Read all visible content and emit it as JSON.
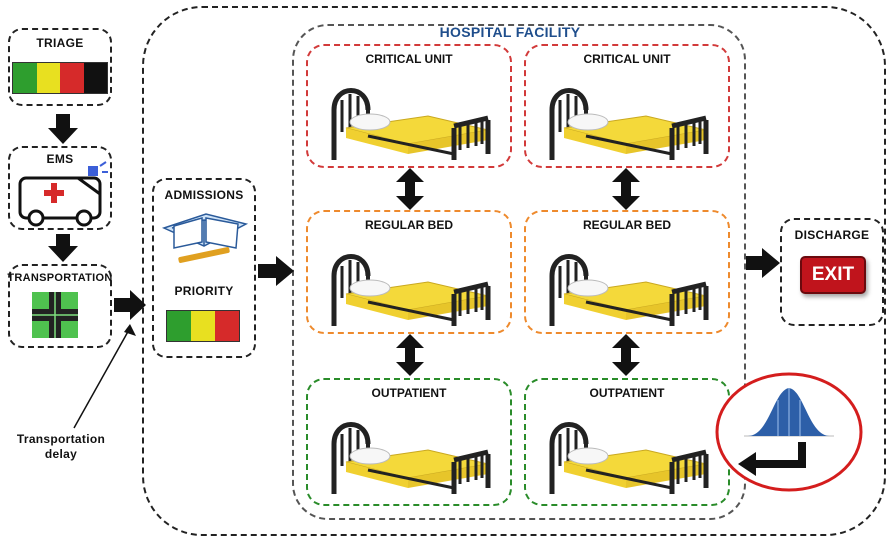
{
  "triage": {
    "label": "TRIAGE",
    "colors": [
      "#2e9e2e",
      "#e8e020",
      "#d62a2a",
      "#111111"
    ]
  },
  "ems": {
    "label": "EMS"
  },
  "transportation": {
    "label": "TRANSPORTATION"
  },
  "transport_delay": {
    "line1": "Transportation",
    "line2": "delay"
  },
  "admissions": {
    "label": "ADMISSIONS"
  },
  "priority": {
    "label": "PRIORITY",
    "colors": [
      "#2e9e2e",
      "#e8e020",
      "#d62a2a"
    ]
  },
  "facility": {
    "title": "HOSPITAL FACILITY",
    "units": [
      {
        "label": "CRITICAL UNIT",
        "kind": "red"
      },
      {
        "label": "CRITICAL UNIT",
        "kind": "red"
      },
      {
        "label": "REGULAR BED",
        "kind": "orange"
      },
      {
        "label": "REGULAR BED",
        "kind": "orange"
      },
      {
        "label": "OUTPATIENT",
        "kind": "green"
      },
      {
        "label": "OUTPATIENT",
        "kind": "green"
      }
    ]
  },
  "discharge": {
    "label": "DISCHARGE",
    "sign": "EXIT"
  },
  "colors": {
    "facility_title": "#1f4e8c",
    "exit_red": "#c0141c",
    "distribution": "#2d5fa8"
  }
}
